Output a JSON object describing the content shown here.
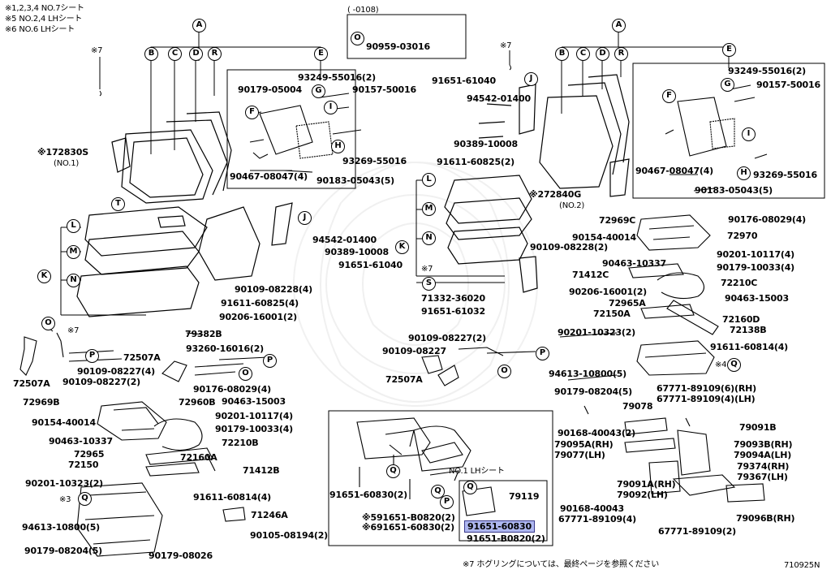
{
  "notes": {
    "header": [
      "※1,2,3,4  NO.7シート",
      "※5  NO.2,4 LHシート",
      "※6  NO.6 LHシート"
    ],
    "date_range": "(    -0108)",
    "footer_note": "※7  ホグリングについては、最終ページを参照ください",
    "diagram_id": "710925N"
  },
  "callouts": [
    {
      "key": "A",
      "text": "A"
    },
    {
      "key": "B",
      "text": "B"
    },
    {
      "key": "C",
      "text": "C"
    },
    {
      "key": "D",
      "text": "D"
    },
    {
      "key": "R",
      "text": "R"
    },
    {
      "key": "E",
      "text": "E"
    },
    {
      "key": "O",
      "text": "O"
    },
    {
      "key": "A2",
      "text": "A"
    },
    {
      "key": "B2",
      "text": "B"
    },
    {
      "key": "C2",
      "text": "C"
    },
    {
      "key": "D2",
      "text": "D"
    },
    {
      "key": "R2",
      "text": "R"
    },
    {
      "key": "E2",
      "text": "E"
    },
    {
      "key": "F",
      "text": "F"
    },
    {
      "key": "G",
      "text": "G"
    },
    {
      "key": "I",
      "text": "I"
    },
    {
      "key": "H",
      "text": "H"
    },
    {
      "key": "F2",
      "text": "F"
    },
    {
      "key": "G2",
      "text": "G"
    },
    {
      "key": "I2",
      "text": "I"
    },
    {
      "key": "H2",
      "text": "H"
    },
    {
      "key": "J",
      "text": "J"
    },
    {
      "key": "J2",
      "text": "J"
    },
    {
      "key": "T",
      "text": "T"
    },
    {
      "key": "L",
      "text": "L"
    },
    {
      "key": "M",
      "text": "M"
    },
    {
      "key": "N",
      "text": "N"
    },
    {
      "key": "K",
      "text": "K"
    },
    {
      "key": "L2",
      "text": "L"
    },
    {
      "key": "M2",
      "text": "M"
    },
    {
      "key": "N2",
      "text": "N"
    },
    {
      "key": "K2",
      "text": "K"
    },
    {
      "key": "S",
      "text": "S"
    },
    {
      "key": "O2",
      "text": "O"
    },
    {
      "key": "P",
      "text": "P"
    },
    {
      "key": "P2",
      "text": "P"
    },
    {
      "key": "P3",
      "text": "P"
    },
    {
      "key": "P4",
      "text": "P"
    },
    {
      "key": "O3",
      "text": "O"
    },
    {
      "key": "O4",
      "text": "O"
    },
    {
      "key": "Q",
      "text": "Q"
    },
    {
      "key": "Q2",
      "text": "Q"
    },
    {
      "key": "Q3",
      "text": "Q"
    },
    {
      "key": "Q4",
      "text": "Q"
    },
    {
      "key": "Q5",
      "text": "Q"
    }
  ],
  "labels": [
    {
      "key": "72830S",
      "text": "※172830S"
    },
    {
      "key": "no1",
      "text": "(NO.1)"
    },
    {
      "key": "ast7a",
      "text": "※7"
    },
    {
      "key": "ast7b",
      "text": "※7"
    },
    {
      "key": "p93249a",
      "text": "93249-55016(2)"
    },
    {
      "key": "p90179_05004",
      "text": "90179-05004"
    },
    {
      "key": "p90157a",
      "text": "90157-50016"
    },
    {
      "key": "p93269a",
      "text": "93269-55016"
    },
    {
      "key": "p90467a",
      "text": "90467-08047(4)"
    },
    {
      "key": "p90183a",
      "text": "90183-05043(5)"
    },
    {
      "key": "p90959",
      "text": "90959-03016"
    },
    {
      "key": "p91651_61040a",
      "text": "91651-61040"
    },
    {
      "key": "p94542a",
      "text": "94542-01400"
    },
    {
      "key": "p90389a",
      "text": "90389-10008"
    },
    {
      "key": "p91611a",
      "text": "91611-60825(2)"
    },
    {
      "key": "p72840G",
      "text": "※272840G"
    },
    {
      "key": "no2",
      "text": "(NO.2)"
    },
    {
      "key": "p93249b",
      "text": "93249-55016(2)"
    },
    {
      "key": "p90157b",
      "text": "90157-50016"
    },
    {
      "key": "p90467b",
      "text": "90467-08047(4)"
    },
    {
      "key": "p93269b",
      "text": "93269-55016"
    },
    {
      "key": "p90183b",
      "text": "90183-05043(5)"
    },
    {
      "key": "p94542b",
      "text": "94542-01400"
    },
    {
      "key": "p90389b",
      "text": "90389-10008"
    },
    {
      "key": "p91651_61040b",
      "text": "91651-61040"
    },
    {
      "key": "p90109_08228a",
      "text": "90109-08228(4)"
    },
    {
      "key": "p91611b",
      "text": "91611-60825(4)"
    },
    {
      "key": "p90206a",
      "text": "90206-16001(2)"
    },
    {
      "key": "p90109_08228b",
      "text": "90109-08228(2)"
    },
    {
      "key": "ast7c",
      "text": "※7"
    },
    {
      "key": "p71332",
      "text": "71332-36020"
    },
    {
      "key": "p91651_61032",
      "text": "91651-61032"
    },
    {
      "key": "ast7d",
      "text": "※7"
    },
    {
      "key": "p79382B",
      "text": "79382B"
    },
    {
      "key": "p93260",
      "text": "93260-16016(2)"
    },
    {
      "key": "p72507Aa",
      "text": "72507A"
    },
    {
      "key": "p90109_08227a",
      "text": "90109-08227(4)"
    },
    {
      "key": "p90109_08227b",
      "text": "90109-08227(2)"
    },
    {
      "key": "p72507Ab",
      "text": "72507A"
    },
    {
      "key": "p90109_08227c",
      "text": "90109-08227(2)"
    },
    {
      "key": "p90109_08227d",
      "text": "90109-08227"
    },
    {
      "key": "p72507Ac",
      "text": "72507A"
    },
    {
      "key": "p90176a",
      "text": "90176-08029(4)"
    },
    {
      "key": "p72969B",
      "text": "72969B"
    },
    {
      "key": "p72960B",
      "text": "72960B"
    },
    {
      "key": "p90463a",
      "text": "90463-15003"
    },
    {
      "key": "p90154a",
      "text": "90154-40014"
    },
    {
      "key": "p90201a",
      "text": "90201-10117(4)"
    },
    {
      "key": "p90179_10033a",
      "text": "90179-10033(4)"
    },
    {
      "key": "p90463_10337a",
      "text": "90463-10337"
    },
    {
      "key": "p72210B",
      "text": "72210B"
    },
    {
      "key": "p72965",
      "text": "72965"
    },
    {
      "key": "p72150",
      "text": "72150"
    },
    {
      "key": "p72160A",
      "text": "72160A"
    },
    {
      "key": "p71412B",
      "text": "71412B"
    },
    {
      "key": "p90201_10323a",
      "text": "90201-10323(2)"
    },
    {
      "key": "q3",
      "text": "※3"
    },
    {
      "key": "p91611_60814a",
      "text": "91611-60814(4)"
    },
    {
      "key": "p71246A",
      "text": "71246A"
    },
    {
      "key": "p94613a",
      "text": "94613-10800(5)"
    },
    {
      "key": "p90105",
      "text": "90105-08194(2)"
    },
    {
      "key": "p90179_08204a",
      "text": "90179-08204(5)"
    },
    {
      "key": "p90179_08026",
      "text": "90179-08026"
    },
    {
      "key": "p72969C",
      "text": "72969C"
    },
    {
      "key": "p90176b",
      "text": "90176-08029(4)"
    },
    {
      "key": "p90154b",
      "text": "90154-40014"
    },
    {
      "key": "p72970",
      "text": "72970"
    },
    {
      "key": "p90201b",
      "text": "90201-10117(4)"
    },
    {
      "key": "p90463_10337b",
      "text": "90463-10337"
    },
    {
      "key": "p90179_10033b",
      "text": "90179-10033(4)"
    },
    {
      "key": "p71412C",
      "text": "71412C"
    },
    {
      "key": "p72210C",
      "text": "72210C"
    },
    {
      "key": "p90206b",
      "text": "90206-16001(2)"
    },
    {
      "key": "p90463b",
      "text": "90463-15003"
    },
    {
      "key": "p72965A",
      "text": "72965A"
    },
    {
      "key": "p72150A",
      "text": "72150A"
    },
    {
      "key": "p72160D",
      "text": "72160D"
    },
    {
      "key": "p90201_10323b",
      "text": "90201-10323(2)"
    },
    {
      "key": "p72138B",
      "text": "72138B"
    },
    {
      "key": "p91611_60814b",
      "text": "91611-60814(4)"
    },
    {
      "key": "q4",
      "text": "※4"
    },
    {
      "key": "p94613b",
      "text": "94613-10800(5)"
    },
    {
      "key": "p90179_08204b",
      "text": "90179-08204(5)"
    },
    {
      "key": "p67771a",
      "text": "67771-89109(6)(RH)"
    },
    {
      "key": "p67771b",
      "text": "67771-89109(4)(LH)"
    },
    {
      "key": "p79078",
      "text": "79078"
    },
    {
      "key": "p79091B",
      "text": "79091B"
    },
    {
      "key": "p90168a",
      "text": "90168-40043(2)"
    },
    {
      "key": "p79095A",
      "text": "79095A(RH)"
    },
    {
      "key": "p79077",
      "text": "79077(LH)"
    },
    {
      "key": "p79093B",
      "text": "79093B(RH)"
    },
    {
      "key": "p79094A",
      "text": "79094A(LH)"
    },
    {
      "key": "p79374",
      "text": "79374(RH)"
    },
    {
      "key": "p79367",
      "text": "79367(LH)"
    },
    {
      "key": "p79091A",
      "text": "79091A(RH)"
    },
    {
      "key": "p79092",
      "text": "79092(LH)"
    },
    {
      "key": "p90168b",
      "text": "90168-40043"
    },
    {
      "key": "p67771c",
      "text": "67771-89109(4)"
    },
    {
      "key": "p67771d",
      "text": "67771-89109(2)"
    },
    {
      "key": "p79096B",
      "text": "79096B(RH)"
    },
    {
      "key": "no1lh",
      "text": "NO.1 LHシート"
    },
    {
      "key": "p79119",
      "text": "79119"
    },
    {
      "key": "p91651_60830a",
      "text": "91651-60830(2)"
    },
    {
      "key": "p91651_B0820a",
      "text": "※591651-B0820(2)"
    },
    {
      "key": "p91651_60830b",
      "text": "※691651-60830(2)"
    },
    {
      "key": "p91651_60830hl",
      "text": "91651-60830"
    },
    {
      "key": "p91651_B0820b",
      "text": "91651-B0820(2)"
    }
  ]
}
